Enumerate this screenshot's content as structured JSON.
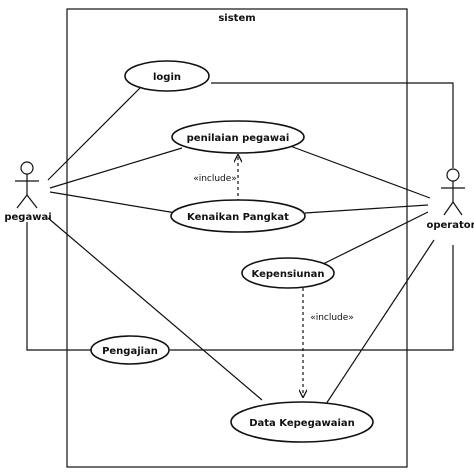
{
  "system": {
    "name": "sistem"
  },
  "actors": {
    "pegawai": {
      "label": "pegawai"
    },
    "operator": {
      "label": "operator"
    }
  },
  "use_cases": {
    "login": "login",
    "penilaian_pegawai": "penilaian pegawai",
    "kenaikan_pangkat": "Kenaikan Pangkat",
    "kepensiunan": "Kepensiunan",
    "pengajian": "Pengajian",
    "data_kepegawaian": "Data Kepegawaian"
  },
  "relations": {
    "include_label": "«include»"
  }
}
